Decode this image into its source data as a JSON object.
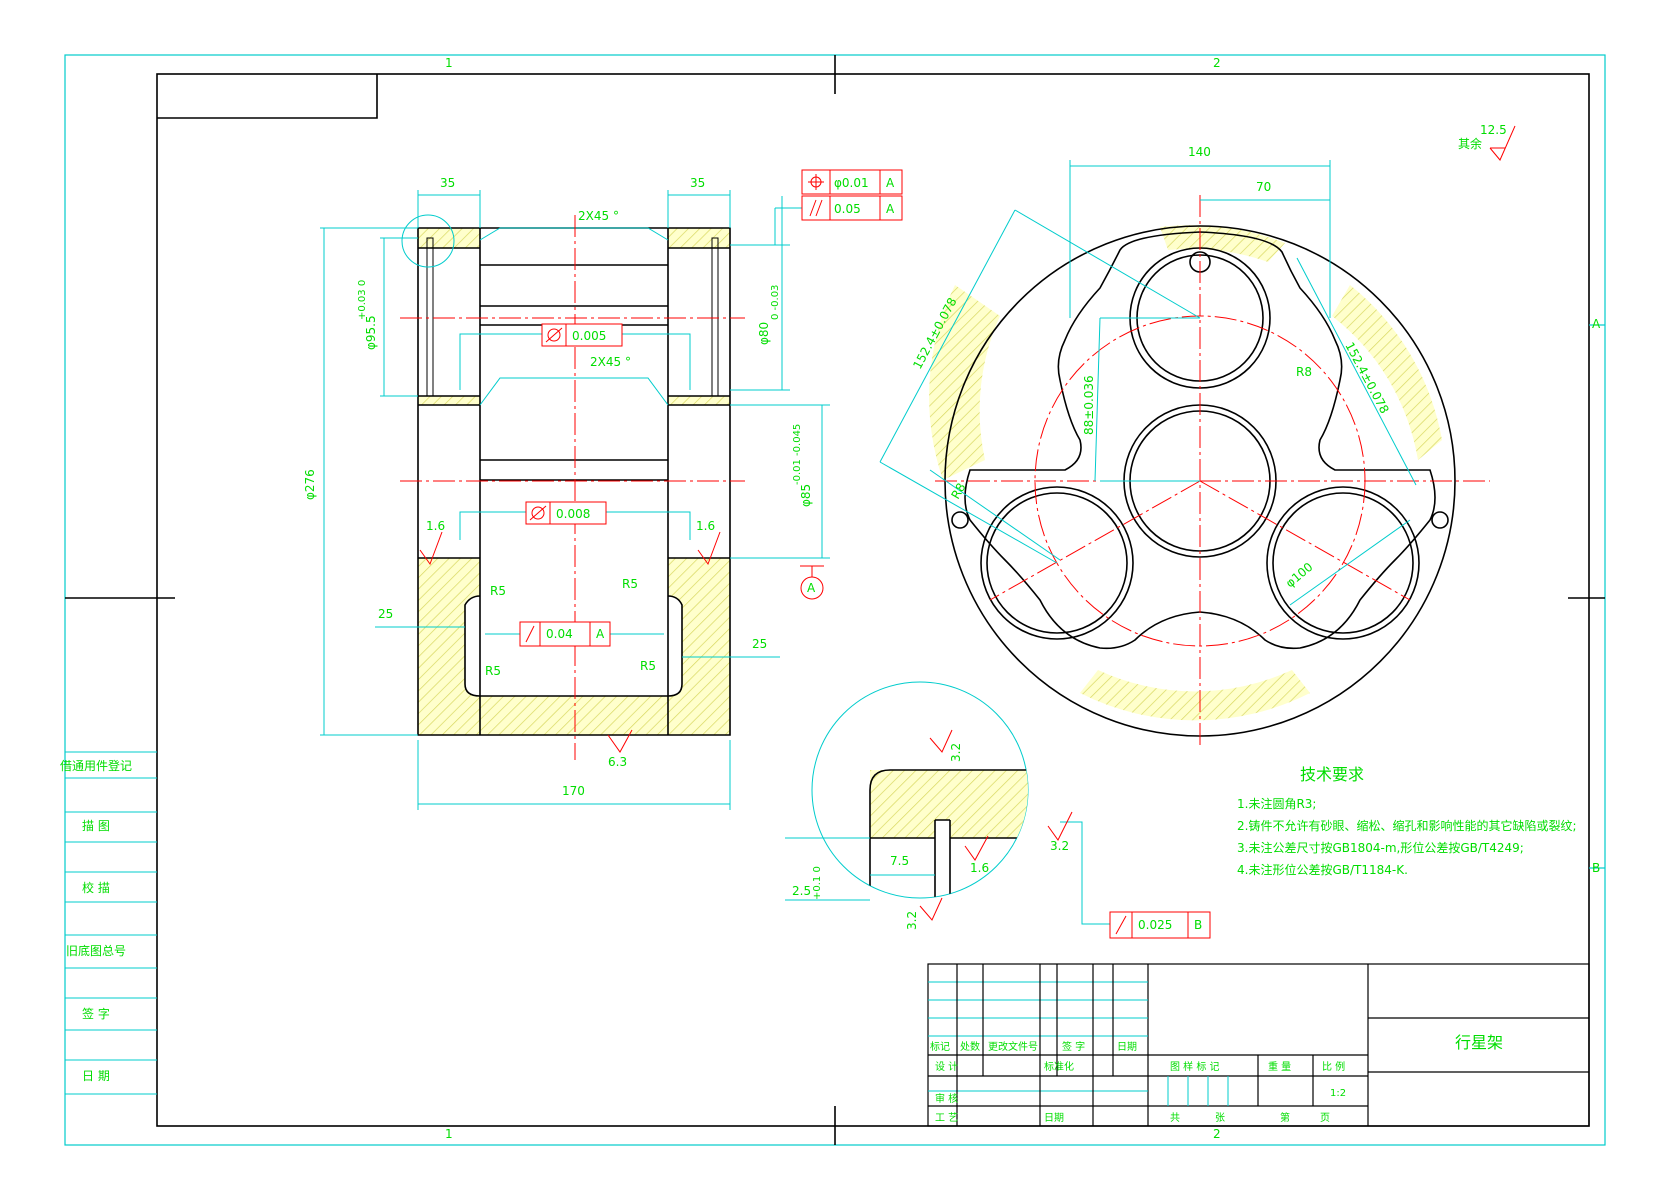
{
  "colors": {
    "frame": "#00cccc",
    "object": "#000000",
    "center": "#ff0000",
    "text": "#00dd00",
    "hatch": "#dddd66"
  },
  "zones": {
    "top": [
      "1",
      "2"
    ],
    "bottom": [
      "1",
      "2"
    ],
    "right": [
      "A",
      "B"
    ]
  },
  "roughness_note": {
    "label": "其余",
    "value": "12.5"
  },
  "left_view": {
    "dims": {
      "width_left": "35",
      "width_right": "35",
      "chamfer_top": "2X45 °",
      "chamfer_mid": "2X45 °",
      "dia_95": "φ95.5",
      "dia_95_tol": "+0.03  0",
      "dia_80": "φ80",
      "dia_80_tol": "0  -0.03",
      "dia_276": "φ276",
      "dia_85": "φ85",
      "dia_85_tol": "-0.01  -0.045",
      "r1": "R5",
      "r2": "R5",
      "r3": "R5",
      "r4": "R5",
      "wall_left": "25",
      "wall_right": "25",
      "total_width": "170"
    },
    "roughness": [
      "1.6",
      "1.6",
      "6.3"
    ],
    "datum": "A"
  },
  "tolerances": {
    "position": {
      "value": "φ0.01",
      "datum": "A"
    },
    "parallel": {
      "value": "0.05",
      "datum": "A"
    },
    "cyl_1": {
      "value": "0.005"
    },
    "cyl_2": {
      "value": "0.008"
    },
    "runout_1": {
      "value": "0.04",
      "datum": "A"
    },
    "runout_2": {
      "value": "0.025",
      "datum": "B"
    }
  },
  "right_view": {
    "dims": {
      "w140": "140",
      "w70": "70",
      "c1": "152.4±0.078",
      "c2": "152.4±0.078",
      "r8a": "R8",
      "r8b": "R8",
      "pcd": "88±0.036",
      "hole": "φ100"
    }
  },
  "detail_view": {
    "dims": {
      "d75": "7.5",
      "d25": "2.5",
      "d25_tol": "+0.1  0"
    },
    "roughness": [
      "3.2",
      "1.6",
      "3.2",
      "3.2"
    ]
  },
  "tech_requirements": {
    "title": "技术要求",
    "items": [
      "1.未注圆角R3;",
      "2.铸件不允许有砂眼、缩松、缩孔和影响性能的其它缺陷或裂纹;",
      "3.未注公差尺寸按GB1804-m,形位公差按GB/T4249;",
      "4.未注形位公差按GB/T1184-K."
    ]
  },
  "side_table": [
    "借通用件登记",
    "描 图",
    "校 描",
    "旧底图总号",
    "签 字",
    "日 期"
  ],
  "title_block": {
    "part_name": "行星架",
    "row_labels": [
      "标记",
      "处数",
      "更改文件号",
      "签 字",
      "日期"
    ],
    "lower_labels": [
      "设 计",
      "标准化",
      "审 核",
      "工 艺",
      "日期"
    ],
    "stage_labels": [
      "图 样 标 记",
      "重 量",
      "比 例"
    ],
    "scale": "1:2",
    "sheet_labels": [
      "共",
      "张",
      "第",
      "页"
    ]
  }
}
